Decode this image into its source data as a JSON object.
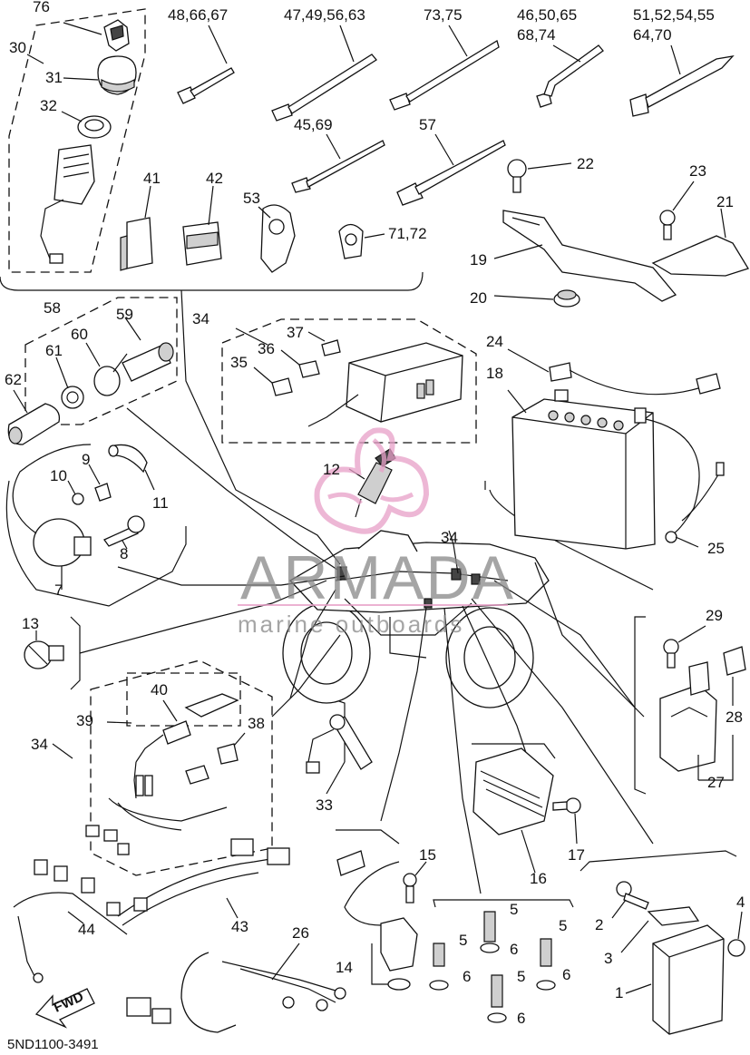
{
  "watermark": {
    "brand": "ARMADA",
    "tagline": "marine outboards",
    "accent_color": "#e8a0c8"
  },
  "diagram_code": "5ND1100-3491",
  "fwd_label": "FWD",
  "callouts": [
    {
      "id": "76",
      "text": "76"
    },
    {
      "id": "30",
      "text": "30"
    },
    {
      "id": "31",
      "text": "31"
    },
    {
      "id": "32",
      "text": "32"
    },
    {
      "id": "48-66-67",
      "text": "48,66,67"
    },
    {
      "id": "47-49-56-63",
      "text": "47,49,56,63"
    },
    {
      "id": "73-75",
      "text": "73,75"
    },
    {
      "id": "46-50-65",
      "text": "46,50,65"
    },
    {
      "id": "68-74",
      "text": "68,74"
    },
    {
      "id": "51-52-54-55",
      "text": "51,52,54,55"
    },
    {
      "id": "64-70",
      "text": "64,70"
    },
    {
      "id": "45-69",
      "text": "45,69"
    },
    {
      "id": "57",
      "text": "57"
    },
    {
      "id": "22",
      "text": "22"
    },
    {
      "id": "23",
      "text": "23"
    },
    {
      "id": "21",
      "text": "21"
    },
    {
      "id": "41",
      "text": "41"
    },
    {
      "id": "42",
      "text": "42"
    },
    {
      "id": "53",
      "text": "53"
    },
    {
      "id": "71-72",
      "text": "71,72"
    },
    {
      "id": "19",
      "text": "19"
    },
    {
      "id": "20",
      "text": "20"
    },
    {
      "id": "58",
      "text": "58"
    },
    {
      "id": "59",
      "text": "59"
    },
    {
      "id": "60",
      "text": "60"
    },
    {
      "id": "61",
      "text": "61"
    },
    {
      "id": "62",
      "text": "62"
    },
    {
      "id": "34a",
      "text": "34"
    },
    {
      "id": "37",
      "text": "37"
    },
    {
      "id": "36",
      "text": "36"
    },
    {
      "id": "35",
      "text": "35"
    },
    {
      "id": "24",
      "text": "24"
    },
    {
      "id": "18",
      "text": "18"
    },
    {
      "id": "9",
      "text": "9"
    },
    {
      "id": "10",
      "text": "10"
    },
    {
      "id": "11",
      "text": "11"
    },
    {
      "id": "12",
      "text": "12"
    },
    {
      "id": "8",
      "text": "8"
    },
    {
      "id": "7",
      "text": "7"
    },
    {
      "id": "34b",
      "text": "34"
    },
    {
      "id": "25",
      "text": "25"
    },
    {
      "id": "13",
      "text": "13"
    },
    {
      "id": "29",
      "text": "29"
    },
    {
      "id": "40",
      "text": "40"
    },
    {
      "id": "39",
      "text": "39"
    },
    {
      "id": "38",
      "text": "38"
    },
    {
      "id": "34c",
      "text": "34"
    },
    {
      "id": "28",
      "text": "28"
    },
    {
      "id": "33",
      "text": "33"
    },
    {
      "id": "27",
      "text": "27"
    },
    {
      "id": "17",
      "text": "17"
    },
    {
      "id": "15",
      "text": "15"
    },
    {
      "id": "16",
      "text": "16"
    },
    {
      "id": "44",
      "text": "44"
    },
    {
      "id": "43",
      "text": "43"
    },
    {
      "id": "26",
      "text": "26"
    },
    {
      "id": "5a",
      "text": "5"
    },
    {
      "id": "5b",
      "text": "5"
    },
    {
      "id": "5c",
      "text": "5"
    },
    {
      "id": "5d",
      "text": "5"
    },
    {
      "id": "6a",
      "text": "6"
    },
    {
      "id": "6b",
      "text": "6"
    },
    {
      "id": "6c",
      "text": "6"
    },
    {
      "id": "6d",
      "text": "6"
    },
    {
      "id": "2",
      "text": "2"
    },
    {
      "id": "3",
      "text": "3"
    },
    {
      "id": "4",
      "text": "4"
    },
    {
      "id": "1",
      "text": "1"
    },
    {
      "id": "14",
      "text": "14"
    }
  ]
}
